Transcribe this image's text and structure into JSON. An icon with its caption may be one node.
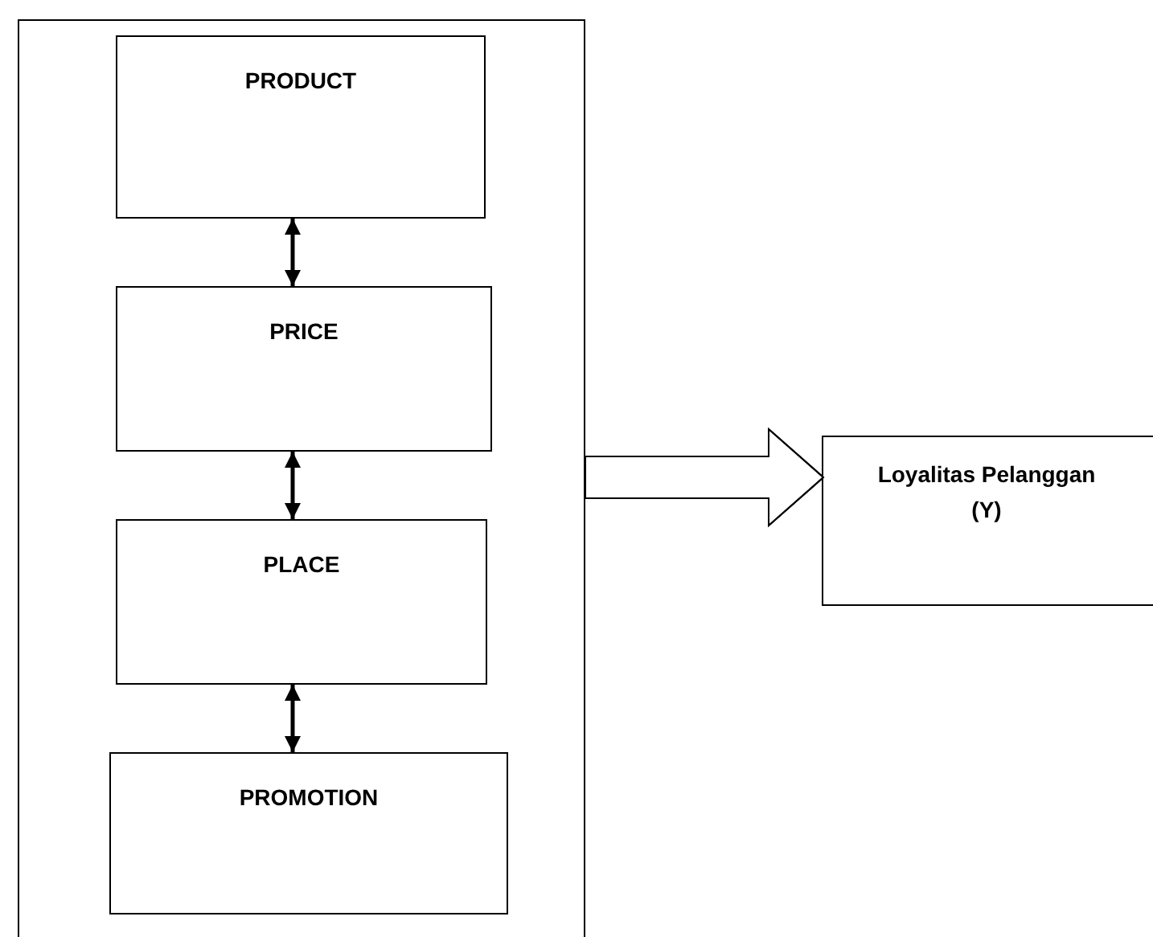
{
  "diagram": {
    "nodes": [
      {
        "text": [],
        "shape": "box"
      },
      {
        "text": [
          "PRODUCT"
        ],
        "in": 0
      },
      {
        "text": [
          "PRICE"
        ],
        "in": 0
      },
      {
        "text": [
          "PLACE"
        ],
        "in": 0
      },
      {
        "text": [
          "PROMOTION"
        ],
        "in": 0
      },
      {
        "text": [
          "Loyalitas Pelanggan (Y)"
        ]
      }
    ],
    "edges": [
      {
        "from": 1,
        "to": 2,
        "arrow": "both"
      },
      {
        "from": 2,
        "to": 3,
        "arrow": "both"
      },
      {
        "from": 3,
        "to": 4,
        "arrow": "both"
      },
      {
        "from": 0,
        "to": 5,
        "arrow": "to"
      }
    ]
  }
}
